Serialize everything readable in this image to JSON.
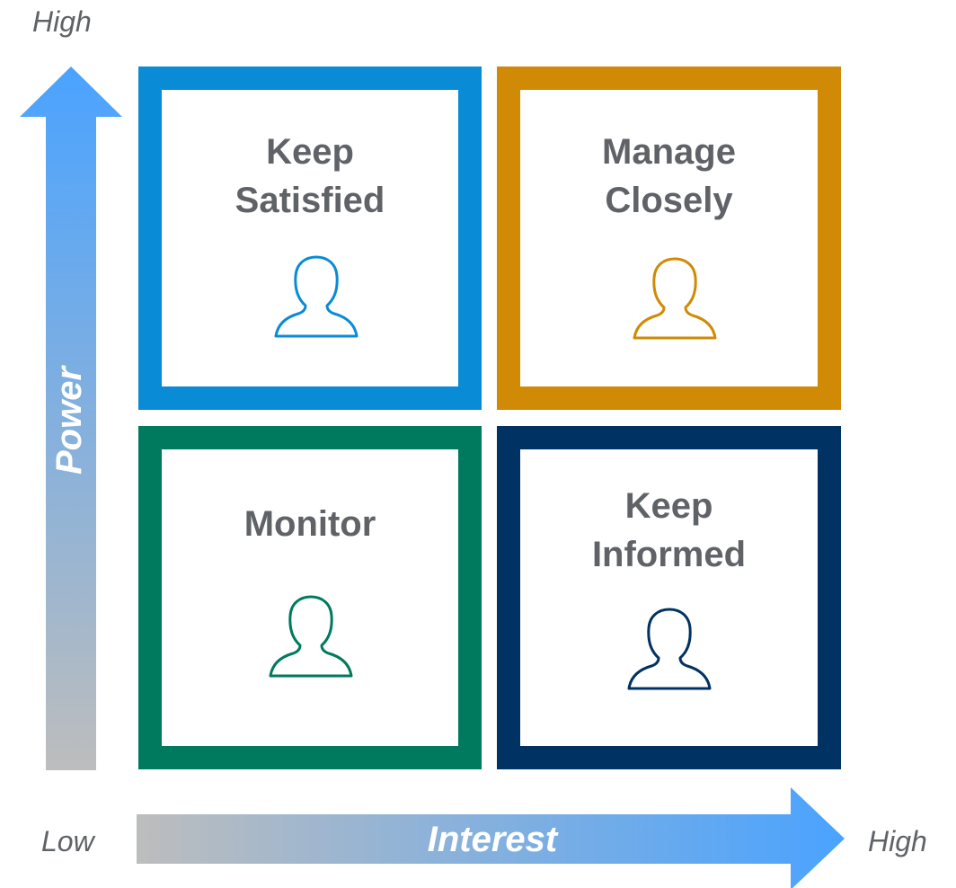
{
  "axis": {
    "vertical_label": "Power",
    "horizontal_label": "Interest",
    "high_top": "High",
    "low": "Low",
    "high_right": "High"
  },
  "colors": {
    "arrow_start": "#bdbdbd",
    "arrow_end": "#4aa3ff",
    "axis_text": "#5f6368",
    "title_text": "#5f6368",
    "axis_label_text": "#ffffff"
  },
  "quadrants": [
    {
      "title": "Keep\nSatisfied",
      "color": "#0a8bd6",
      "icon": "person-outline-icon"
    },
    {
      "title": "Manage\nClosely",
      "color": "#d08a05",
      "icon": "person-outline-icon"
    },
    {
      "title": "Monitor",
      "color": "#007a5e",
      "icon": "person-outline-icon"
    },
    {
      "title": "Keep\nInformed",
      "color": "#003263",
      "icon": "person-outline-icon"
    }
  ]
}
